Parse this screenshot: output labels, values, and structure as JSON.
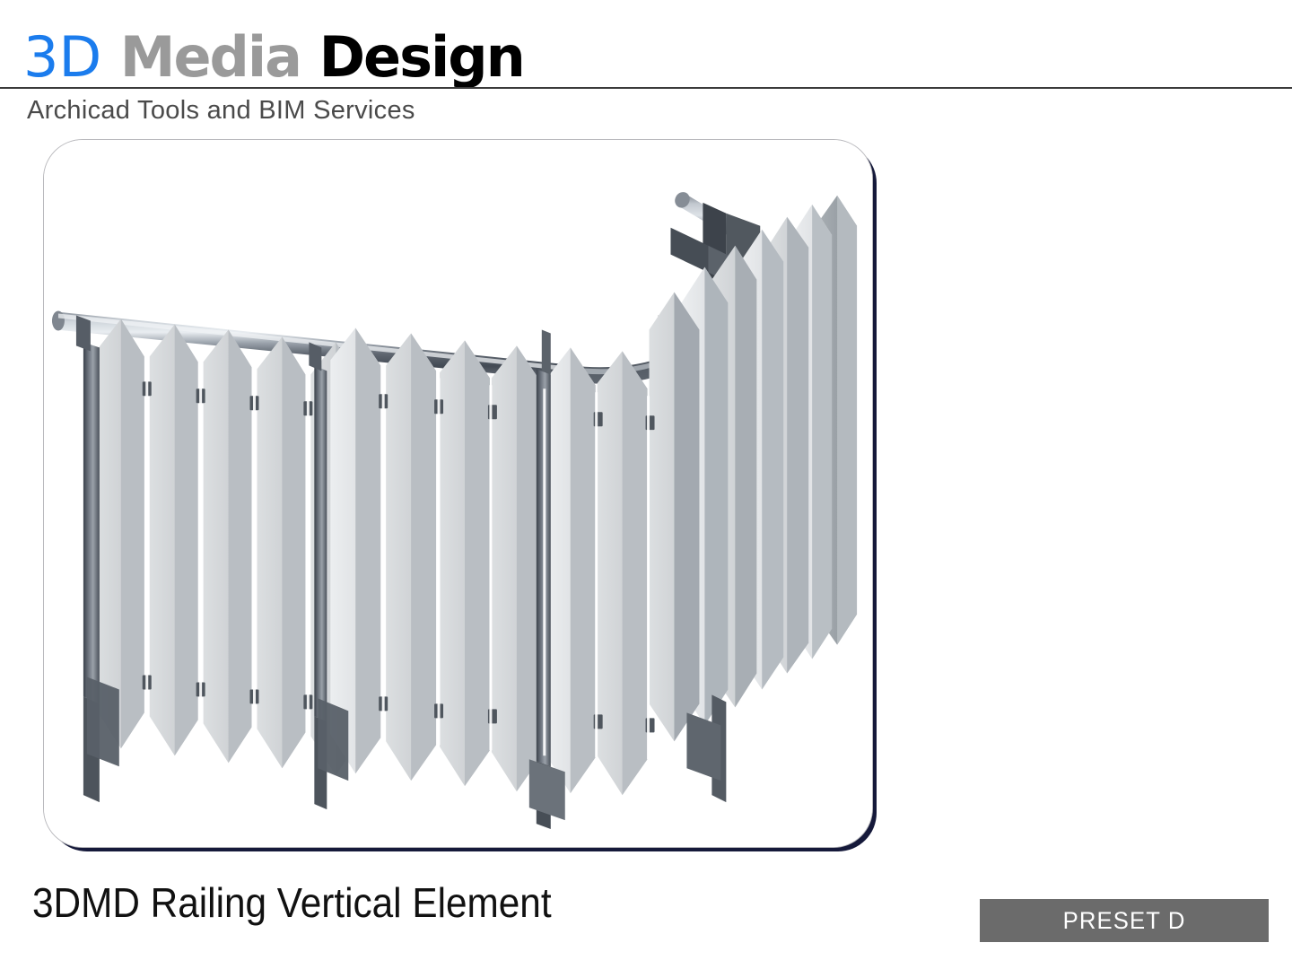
{
  "header": {
    "logo": {
      "part_3d": "3D",
      "part_media": "Media",
      "part_design": "Design",
      "color_3d": "#1b7ced",
      "color_media": "#9a9a9a",
      "color_design": "#000000"
    },
    "tagline": "Archicad Tools and BIM Services",
    "rule_color": "#3b3b3b"
  },
  "image_frame": {
    "alt": "3D render of a curved metal railing with pointed vertical panel infill and a chrome handrail",
    "border_color": "#b9b9bd",
    "shadow_color": "#15193a",
    "background": "#ffffff"
  },
  "render": {
    "handrail_label": "chrome-handrail",
    "panel_label": "vertical-picket-panel",
    "post_label": "railing-post",
    "bracket_label": "wall-bracket",
    "panel_fill_light": "#e3e5e6",
    "panel_fill_mid": "#c8cbcd",
    "panel_fill_dark": "#9fa3a7",
    "metal_dark": "#4a5059",
    "metal_mid": "#6e757e",
    "metal_light": "#b7bec6"
  },
  "footer": {
    "title": "3DMD Railing Vertical Element",
    "preset_label": "PRESET D",
    "preset_bg": "#6b6b6b",
    "preset_fg": "#ffffff"
  }
}
